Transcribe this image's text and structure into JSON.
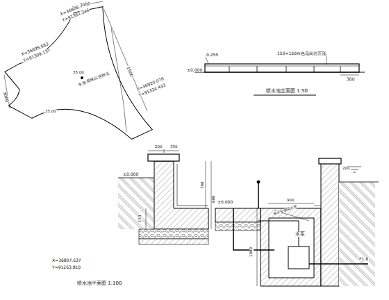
{
  "diagram": {
    "labels": [
      "X=36808.637",
      "Y=91362.346",
      "X=36695.683",
      "Y=91309.137",
      "X=36920.076",
      "Y=91324.433",
      "3000",
      "1500",
      "3000",
      "35.00",
      "水池底铺白色卵石",
      "25.00",
      "X=36807.637",
      "Y=91263.810",
      "喷水池平面图  1:100",
      "0.255",
      "±0.000",
      "150×150白色花岗岩压顶",
      "300",
      "喷水池立面图  1:50",
      "200",
      "350",
      "±0.000",
      "700",
      "800",
      "150",
      "900",
      "水泵",
      "1000",
      "F1.8",
      "潜水泵接溢水管",
      "200",
      "±0.000"
    ]
  }
}
